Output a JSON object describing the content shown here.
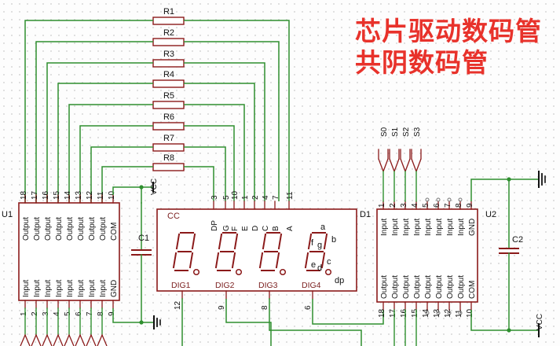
{
  "title": {
    "line1": "芯片驱动数码管",
    "line2": "共阴数码管"
  },
  "u1": {
    "ref": "U1",
    "top_pins": [
      "18",
      "17",
      "16",
      "15",
      "14",
      "13",
      "12",
      "11",
      "10"
    ],
    "top_names": [
      "Output",
      "Output",
      "Output",
      "Output",
      "Output",
      "Output",
      "Output",
      "Output",
      "COM"
    ],
    "bottom_pins": [
      "1",
      "2",
      "3",
      "4",
      "5",
      "6",
      "7",
      "8",
      "9"
    ],
    "bottom_names": [
      "Input",
      "Input",
      "Input",
      "Input",
      "Input",
      "Input",
      "Input",
      "Input",
      "GND"
    ]
  },
  "u2": {
    "ref": "U2",
    "top_pins": [
      "1",
      "2",
      "3",
      "4",
      "5",
      "6",
      "7",
      "8",
      "9"
    ],
    "top_names": [
      "Input",
      "Input",
      "Input",
      "Input",
      "Input",
      "Input",
      "Input",
      "Input",
      "GND"
    ],
    "bottom_pins": [
      "18",
      "17",
      "16",
      "15",
      "14",
      "13",
      "12",
      "11",
      "10"
    ],
    "bottom_names": [
      "Output",
      "Output",
      "Output",
      "Output",
      "Output",
      "Output",
      "Output",
      "Output",
      "COM"
    ]
  },
  "resistors": [
    "R1",
    "R2",
    "R3",
    "R4",
    "R5",
    "R6",
    "R7",
    "R8"
  ],
  "capacitors": {
    "c1": "C1",
    "c2": "C2"
  },
  "power": {
    "vcc_top": "VCC",
    "vcc_bottom": "VCC"
  },
  "switch_labels": [
    "S0",
    "S1",
    "S2",
    "S3"
  ],
  "display": {
    "ref": "D1",
    "cc": "CC",
    "seg_pins": [
      "3",
      "5",
      "10",
      "1",
      "2",
      "4",
      "7",
      "11"
    ],
    "seg_names": [
      "DP",
      "G",
      "F",
      "E",
      "D",
      "C",
      "B",
      "A"
    ],
    "digits": [
      "DIG1",
      "DIG2",
      "DIG3",
      "DIG4"
    ],
    "digit_pins": [
      "12",
      "9",
      "8",
      "6"
    ],
    "legend": {
      "a": "a",
      "f": "f",
      "g": "g",
      "b": "b",
      "e": "e",
      "d": "d",
      "c": "c",
      "dp": "dp"
    }
  },
  "colors": {
    "wire": "#2f8f2f",
    "component": "#8b1a1a",
    "title": "#e8322b"
  }
}
